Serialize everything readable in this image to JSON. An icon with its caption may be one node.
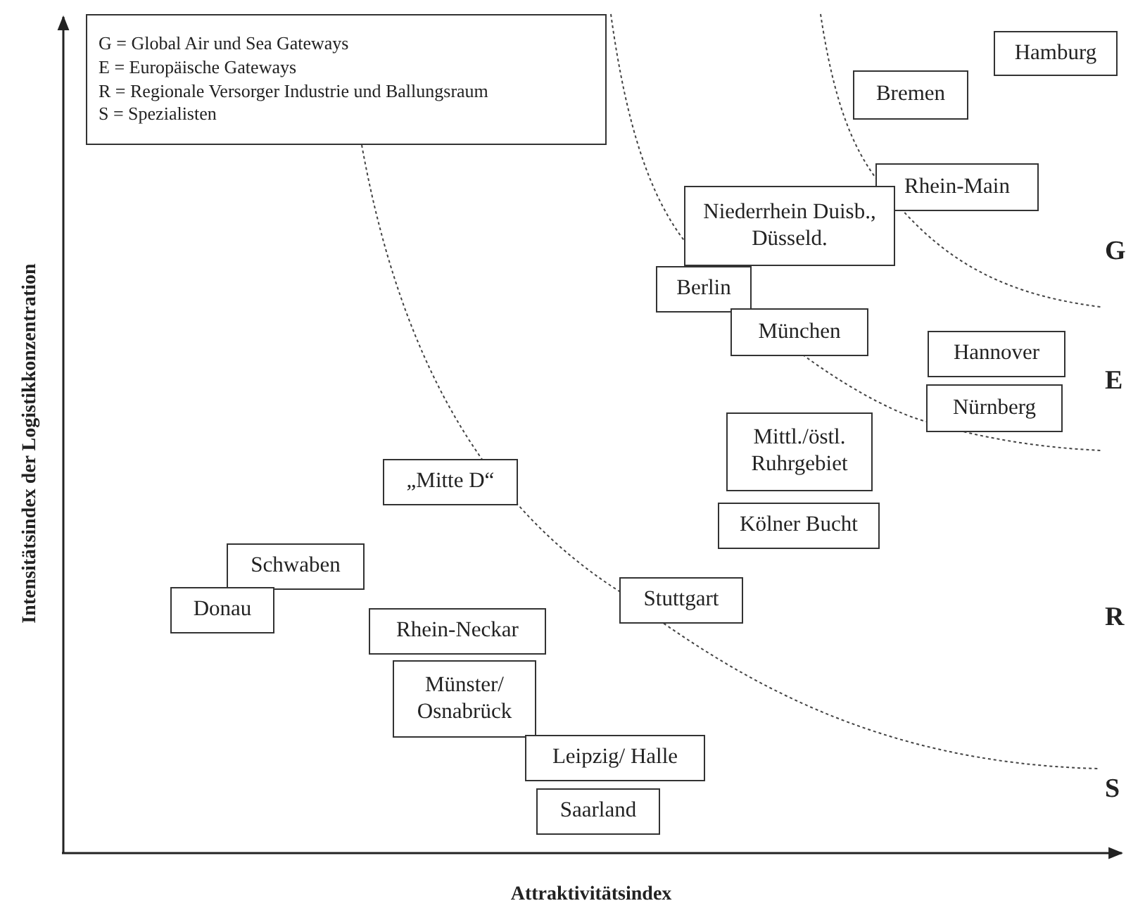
{
  "diagram": {
    "nodes": [
      {
        "text": [
          "G = Global Air und Sea Gateways",
          "E = Europäische Gateways",
          "R = Regionale Versorger Industrie und Ballungsraum",
          "S = Spezialisten"
        ]
      },
      {
        "text": [
          "Hamburg"
        ]
      },
      {
        "text": [
          "Bremen"
        ]
      },
      {
        "text": [
          "Rhein-Main"
        ]
      },
      {
        "text": [
          "Niederrhein Duisb., Düsseld."
        ]
      },
      {
        "text": [
          "Berlin"
        ]
      },
      {
        "text": [
          "München"
        ]
      },
      {
        "text": [
          "Hannover"
        ]
      },
      {
        "text": [
          "Nürnberg"
        ]
      },
      {
        "text": [
          "Mittl./östl. Ruhrgebiet"
        ]
      },
      {
        "text": [
          "„Mitte D“"
        ]
      },
      {
        "text": [
          "Kölner Bucht"
        ]
      },
      {
        "text": [
          "Schwaben"
        ]
      },
      {
        "text": [
          "Donau"
        ]
      },
      {
        "text": [
          "Stuttgart"
        ]
      },
      {
        "text": [
          "Rhein-Neckar"
        ]
      },
      {
        "text": [
          "Münster/ Osnabrück"
        ]
      },
      {
        "text": [
          "Leipzig/ Halle"
        ]
      },
      {
        "text": [
          "Saarland"
        ]
      }
    ],
    "labels": [
      "G",
      "E",
      "R",
      "S",
      "Intensitätsindex der Logistikkonzentration",
      "Attraktivitätsindex"
    ]
  }
}
